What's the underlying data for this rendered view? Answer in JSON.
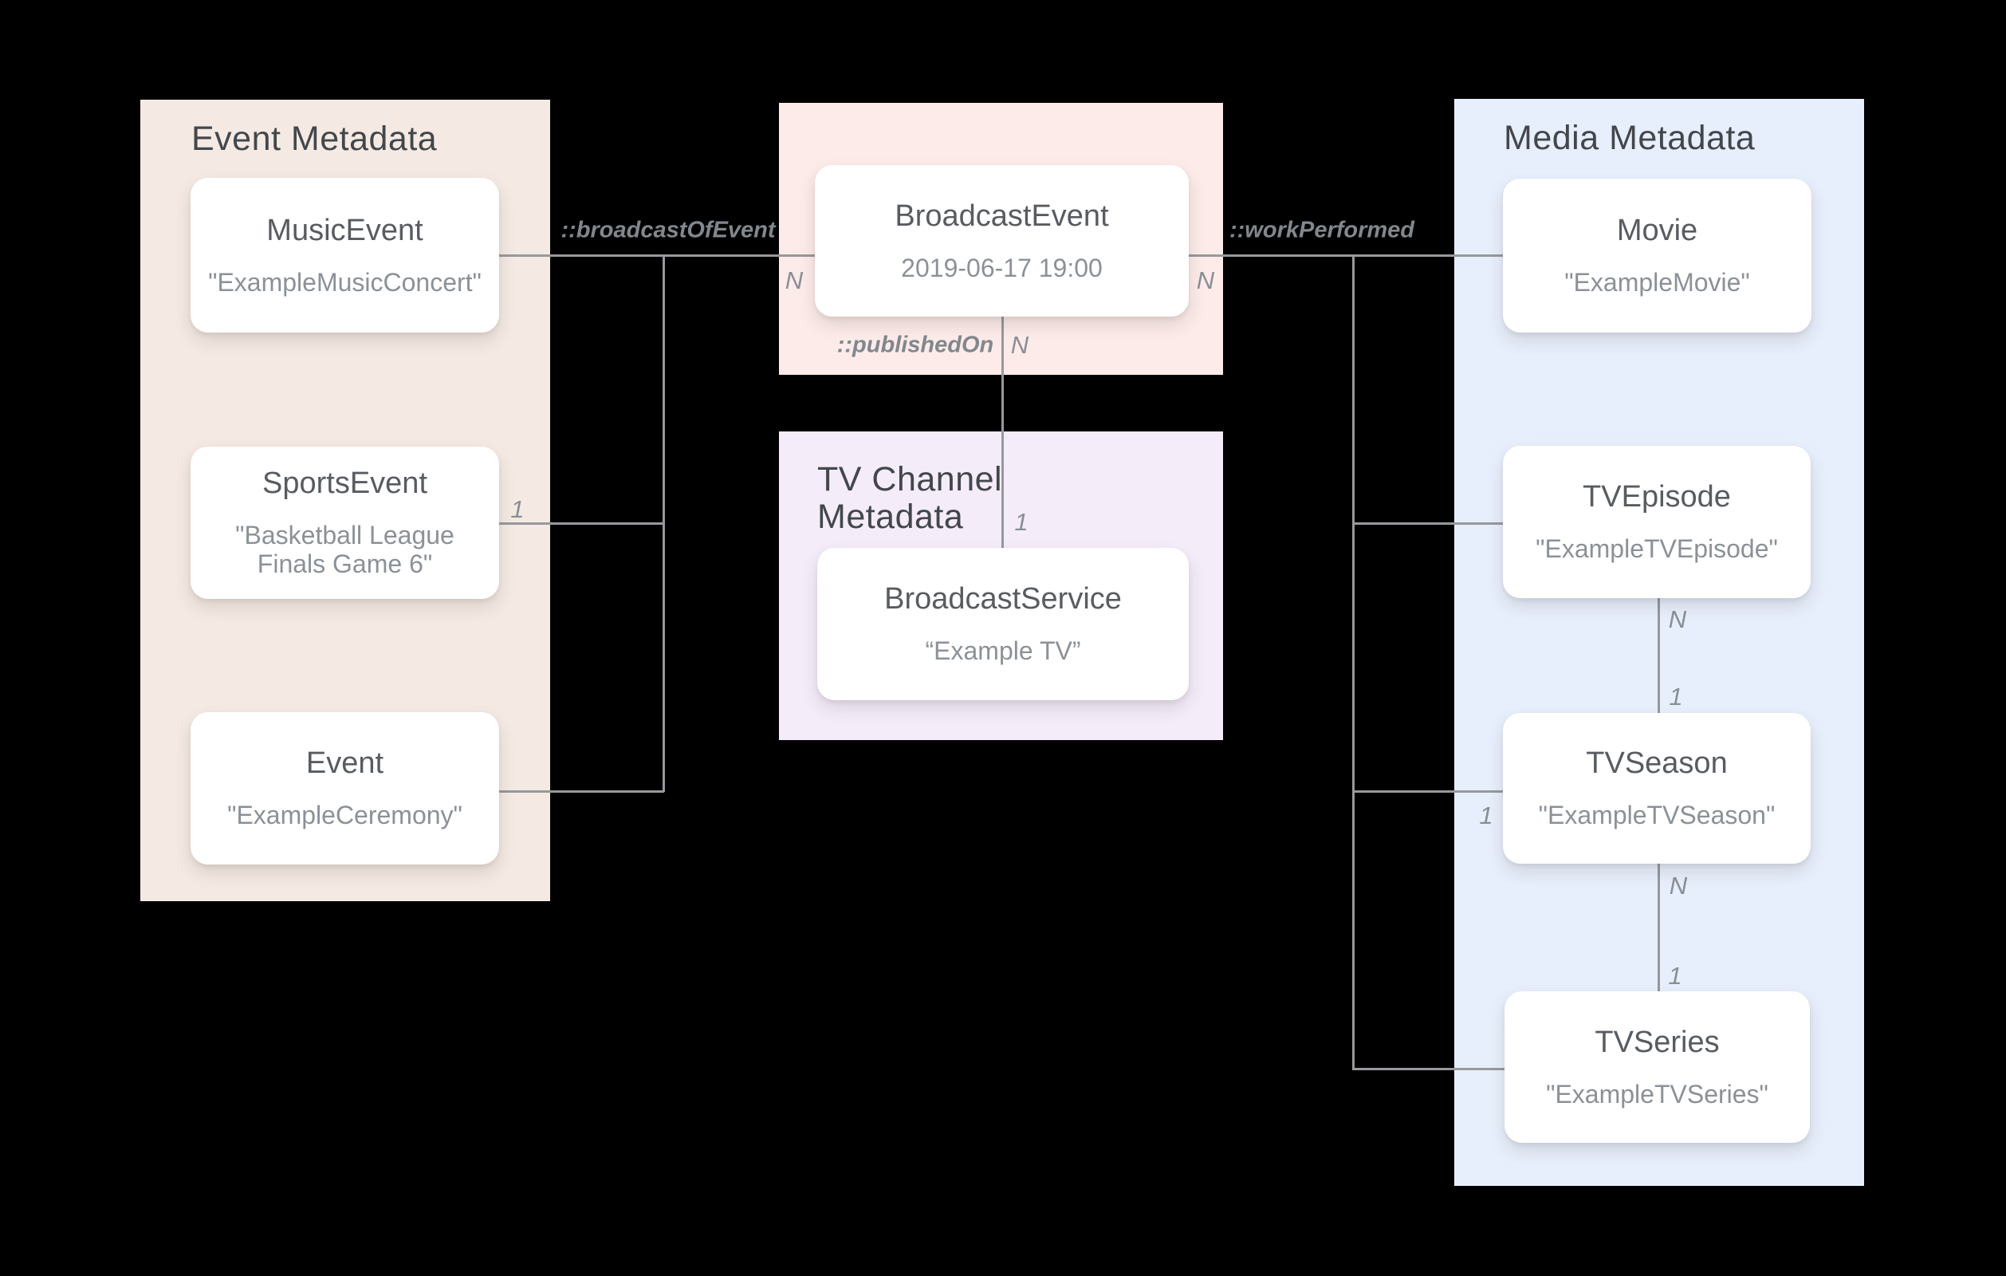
{
  "background_color": "#000000",
  "connector_color": "#97999c",
  "panels": {
    "event_metadata": {
      "title": "Event Metadata",
      "color": "#f4eae3"
    },
    "broadcast": {
      "color": "#fcebe9"
    },
    "tv_channel_metadata": {
      "title": "TV Channel Metadata",
      "color": "#f5ecfa"
    },
    "media_metadata": {
      "title": "Media Metadata",
      "color": "#e8effc"
    }
  },
  "nodes": {
    "music_event": {
      "title": "MusicEvent",
      "subtitle": "\"ExampleMusicConcert\""
    },
    "sports_event": {
      "title": "SportsEvent",
      "subtitle": "\"Basketball League Finals Game 6\""
    },
    "event": {
      "title": "Event",
      "subtitle": "\"ExampleCeremony\""
    },
    "broadcast_event": {
      "title": "BroadcastEvent",
      "subtitle": "2019-06-17 19:00"
    },
    "broadcast_service": {
      "title": "BroadcastService",
      "subtitle": "“Example TV”"
    },
    "movie": {
      "title": "Movie",
      "subtitle": "\"ExampleMovie\""
    },
    "tv_episode": {
      "title": "TVEpisode",
      "subtitle": "\"ExampleTVEpisode\""
    },
    "tv_season": {
      "title": "TVSeason",
      "subtitle": "\"ExampleTVSeason\""
    },
    "tv_series": {
      "title": "TVSeries",
      "subtitle": "\"ExampleTVSeries\""
    }
  },
  "edge_labels": {
    "broadcast_of_event": "::broadcastOfEvent",
    "work_performed": "::workPerformed",
    "published_on": "::publishedOn"
  },
  "cardinalities": {
    "broadcast_event_left_n": "N",
    "broadcast_event_right_n": "N",
    "sports_event_1": "1",
    "published_on_n": "N",
    "published_on_1": "1",
    "tv_episode_n": "N",
    "tv_season_1": "1",
    "tv_season_n": "N",
    "tv_series_1": "1",
    "tv_season_left_1": "1"
  }
}
